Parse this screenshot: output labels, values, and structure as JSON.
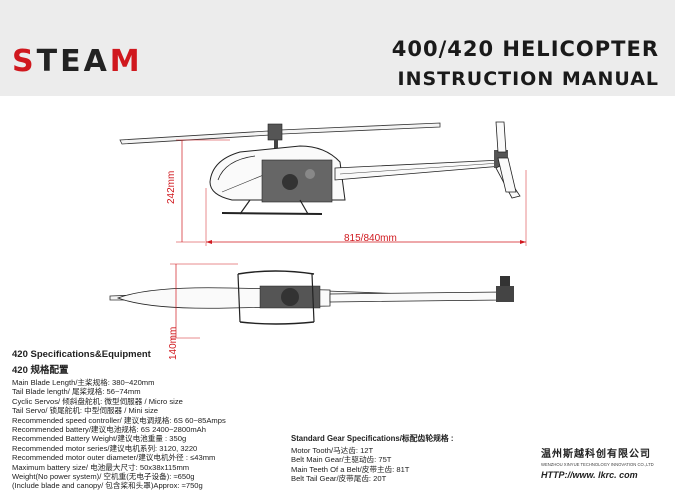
{
  "header": {
    "brand_prefix": "S",
    "brand_mid": "TEA",
    "brand_suffix": "M",
    "title_line1": "400/420 HELICOPTER",
    "title_line2": "INSTRUCTION MANUAL",
    "background_color": "#ececec",
    "accent_color": "#d0181e"
  },
  "dimensions": {
    "height": "242mm",
    "length": "815/840mm",
    "width": "140mm"
  },
  "specs": {
    "heading_en": "420 Specifications&Equipment",
    "heading_cn": "420 规格配置",
    "lines": [
      "Main Blade Length/主桨规格:   380~420mm",
      "Tail Blade length/ 尾桨规格:  56~74mm",
      "Cyclic Servos/ 倾斜盘舵机:  微型伺服器 / Micro size",
      "Tail Servo/ 锁尾舵机:  中型伺服器 / Mini size",
      "Recommended speed controller/ 建议电调规格:  6S  60~85Amps",
      "Recommended battery/建议电池规格:   6S  2400~2800mAh",
      "Recommended Battery Weight/建议电池重量 : 350g",
      "Recommended motor series/建议电机系列:  3120,  3220",
      "Recommended motor outer diameter/建议电机外径 :  ≤43mm",
      "Maximum battery size/ 电池最大尺寸:  50x38x115mm",
      "Weight(No power system)/ 空机重(无电子设备): ≈650g",
      "(Include blade and canopy/ 包含桨和头罩)Approx: ≈750g"
    ]
  },
  "gear": {
    "heading": "Standard Gear Specifications/标配齿轮规格 :",
    "lines": [
      "Motor Tooth/马达齿:  12T",
      "Belt Main Gear/主驱动齿: 75T",
      "Main Teeth Of a Belt/皮带主齿:  81T",
      "Belt Tail Gear/皮带尾齿:  20T"
    ]
  },
  "company": {
    "name_cn": "温州斯越科创有限公司",
    "name_en": "WENZHOU XINYUE TECHNOLOGY INNOVATION CO.,LTD",
    "url": "HTTP://www. lkrc. com"
  }
}
